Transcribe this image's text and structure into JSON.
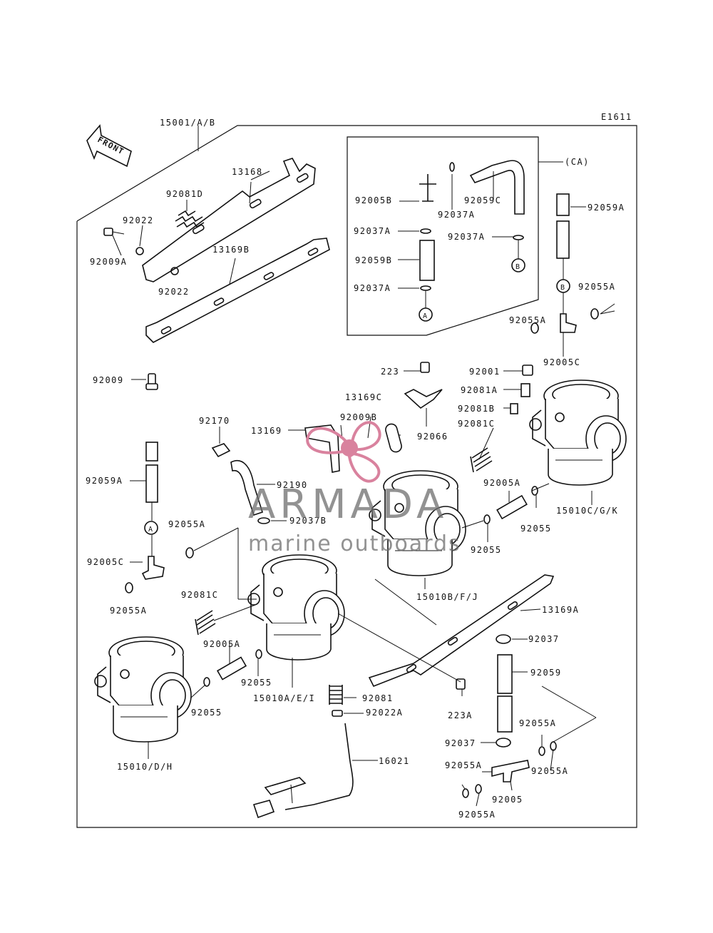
{
  "diagram": {
    "code": "E1611",
    "front_label": "FRONT",
    "assembly_label": "15001/A/B",
    "callouts": {
      "ca": "(CA)",
      "a": "A",
      "b": "B"
    },
    "watermark": {
      "brand": "ARMADA",
      "tagline": "marine outboards",
      "logo_color": "#d9829e"
    },
    "parts": [
      "13168",
      "92081D",
      "92022",
      "92009A",
      "92022",
      "13169B",
      "92009",
      "92005B",
      "92037A",
      "92059B",
      "92037A",
      "92037A",
      "92059C",
      "92037A",
      "92059A",
      "92055A",
      "92055A",
      "92005C",
      "223",
      "13169C",
      "92009B",
      "13169",
      "92066",
      "92170",
      "92190",
      "92037B",
      "92001",
      "92081A",
      "92081B",
      "92081C",
      "92005A",
      "92055",
      "15010C/G/K",
      "92059A",
      "92055A",
      "92005C",
      "92055A",
      "92081C",
      "92005A",
      "92055",
      "15010A/E/I",
      "92055",
      "15010/D/H",
      "92055",
      "15010B/F/J",
      "13169A",
      "92037",
      "92059",
      "223A",
      "92081",
      "92022A",
      "16021",
      "92037",
      "92055A",
      "92055A",
      "92055A",
      "92005",
      "92055A"
    ]
  }
}
